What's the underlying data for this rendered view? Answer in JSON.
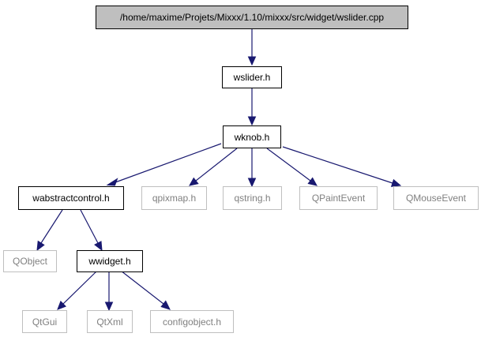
{
  "diagram": {
    "nodes": {
      "root": {
        "label": "/home/maxime/Projets/Mixxx/1.10/mixxx/src/widget/wslider.cpp"
      },
      "wslider": {
        "label": "wslider.h"
      },
      "wknob": {
        "label": "wknob.h"
      },
      "wabstractcontrol": {
        "label": "wabstractcontrol.h"
      },
      "qpixmap": {
        "label": "qpixmap.h"
      },
      "qstring": {
        "label": "qstring.h"
      },
      "qpaintevent": {
        "label": "QPaintEvent"
      },
      "qmouseevent": {
        "label": "QMouseEvent"
      },
      "qobject": {
        "label": "QObject"
      },
      "wwidget": {
        "label": "wwidget.h"
      },
      "qtgui": {
        "label": "QtGui"
      },
      "qtxml": {
        "label": "QtXml"
      },
      "configobject": {
        "label": "configobject.h"
      }
    },
    "edges": [
      {
        "from": "root",
        "to": "wslider"
      },
      {
        "from": "wslider",
        "to": "wknob"
      },
      {
        "from": "wknob",
        "to": "wabstractcontrol"
      },
      {
        "from": "wknob",
        "to": "qpixmap"
      },
      {
        "from": "wknob",
        "to": "qstring"
      },
      {
        "from": "wknob",
        "to": "qpaintevent"
      },
      {
        "from": "wknob",
        "to": "qmouseevent"
      },
      {
        "from": "wabstractcontrol",
        "to": "qobject"
      },
      {
        "from": "wabstractcontrol",
        "to": "wwidget"
      },
      {
        "from": "wwidget",
        "to": "qtgui"
      },
      {
        "from": "wwidget",
        "to": "qtxml"
      },
      {
        "from": "wwidget",
        "to": "configobject"
      }
    ],
    "colors": {
      "edge": "#191970",
      "root_fill": "#bfbfbf",
      "external_border": "#bfbfbf",
      "external_text": "#808080"
    }
  }
}
